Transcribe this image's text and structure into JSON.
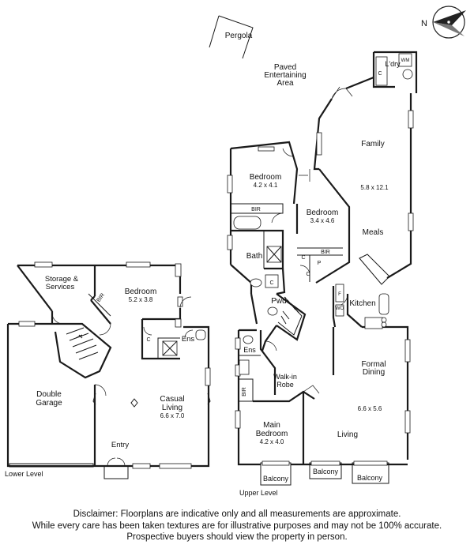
{
  "compass": {
    "label": "N"
  },
  "rooms": {
    "pergola": "Pergola",
    "paved_1": "Paved",
    "paved_2": "Entertaining",
    "paved_3": "Area",
    "laundry": "L'dry",
    "wm": "WM",
    "family": "Family",
    "family_dim": "5.8 x 12.1",
    "meals": "Meals",
    "bedroom_upper_a": "Bedroom",
    "bedroom_upper_a_dim": "4.2 x 4.1",
    "bedroom_upper_b": "Bedroom",
    "bedroom_upper_b_dim": "3.4 x 4.6",
    "bir": "BIR",
    "bath": "Bath",
    "c": "C",
    "p": "P",
    "f": "F",
    "wo": "WO",
    "pwd": "Pwd",
    "kitchen": "Kitchen",
    "ens": "Ens",
    "walk_in_1": "Walk-in",
    "walk_in_2": "Robe",
    "formal_1": "Formal",
    "formal_2": "Dining",
    "living_dim": "6.6 x 5.6",
    "living": "Living",
    "main_bed_1": "Main",
    "main_bed_2": "Bedroom",
    "main_bed_dim": "4.2 x 4.0",
    "balcony": "Balcony",
    "storage_1": "Storage &",
    "storage_2": "Services",
    "bedroom_lower": "Bedroom",
    "bedroom_lower_dim": "5.2 x 3.8",
    "garage_1": "Double",
    "garage_2": "Garage",
    "casual_1": "Casual",
    "casual_2": "Living",
    "casual_dim": "6.6 x 7.0",
    "entry": "Entry"
  },
  "levels": {
    "lower": "Lower Level",
    "upper": "Upper Level"
  },
  "disclaimer": {
    "line1": "Disclaimer: Floorplans are indicative only and all measurements are approximate.",
    "line2": "While every care has been taken textures are for illustrative purposes and may not be 100% accurate.",
    "line3": "Prospective buyers should view the property in person."
  }
}
